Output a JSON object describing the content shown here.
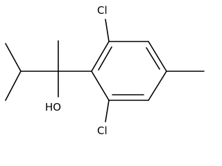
{
  "molecule": {
    "labels": {
      "cl_top": "Cl",
      "cl_bottom": "Cl",
      "hydroxyl": "HO"
    },
    "colors": {
      "bond": "#000000",
      "label": "#000000",
      "background": "#ffffff"
    }
  }
}
